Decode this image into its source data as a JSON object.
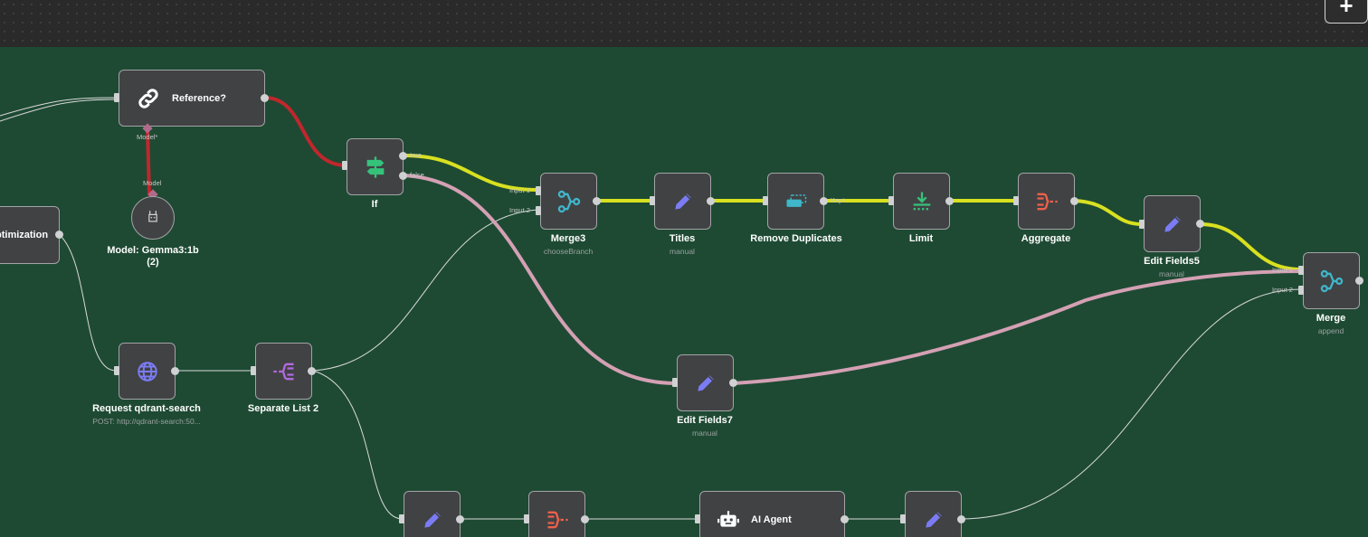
{
  "toolbar": {
    "add_label": "+"
  },
  "nodes": {
    "reference": {
      "title": "Reference?"
    },
    "model": {
      "title": "Model: Gemma3:1b",
      "title2": "(2)"
    },
    "optimization": {
      "title": "ptimization"
    },
    "if_node": {
      "title": "If",
      "true_label": "true",
      "false_label": "false"
    },
    "merge3": {
      "title": "Merge3",
      "subtitle": "chooseBranch",
      "input1": "Input 1",
      "input2": "Input 2"
    },
    "titles": {
      "title": "Titles",
      "subtitle": "manual"
    },
    "remove_duplicates": {
      "title": "Remove Duplicates",
      "kept_label": "Kept"
    },
    "limit": {
      "title": "Limit"
    },
    "aggregate": {
      "title": "Aggregate"
    },
    "edit_fields5": {
      "title": "Edit Fields5",
      "subtitle": "manual"
    },
    "merge": {
      "title": "Merge",
      "subtitle": "append",
      "input1": "Input 1",
      "input2": "Input 2"
    },
    "request": {
      "title": "Request qdrant-search",
      "subtitle": "POST: http://qdrant-search:50..."
    },
    "separate": {
      "title": "Separate List 2"
    },
    "edit_fields7": {
      "title": "Edit Fields7",
      "subtitle": "manual"
    },
    "ai_agent": {
      "title": "AI Agent"
    }
  },
  "ports": {
    "model_out": "Model*",
    "model_in": "Model"
  },
  "colors": {
    "canvas": "#1e4a33",
    "node": "#414244",
    "highlight_red": "#c0272d",
    "highlight_yellow": "#d8e020",
    "highlight_pink": "#d4a0b4",
    "icon_blue": "#7b7cf5",
    "icon_teal": "#3fb6c9",
    "icon_green": "#35c27a",
    "icon_red": "#f0604a"
  },
  "icons": [
    "link-icon",
    "llama-icon",
    "signpost-icon",
    "merge-icon",
    "pencil-icon",
    "remove-duplicates-icon",
    "limit-icon",
    "aggregate-icon",
    "globe-icon",
    "split-icon",
    "robot-icon",
    "plus-icon"
  ]
}
